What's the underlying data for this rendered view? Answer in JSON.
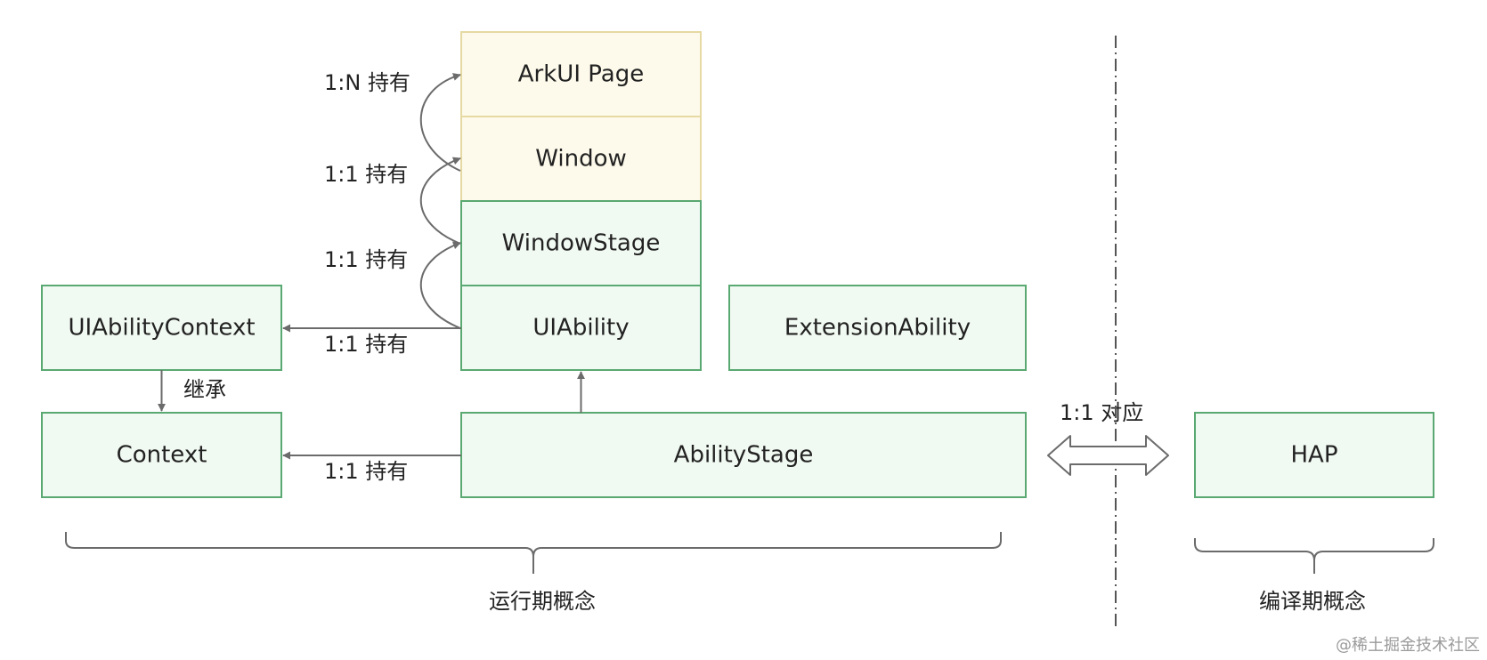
{
  "colors": {
    "yellow_fill": "#fdfaeb",
    "yellow_stroke": "#e6d9a3",
    "green_fill": "#f1faf2",
    "green_stroke": "#5aa872",
    "arrow": "#6b6b6b",
    "brace": "#6b6b6b",
    "divider": "#555555"
  },
  "boxes": {
    "arkui_page": "ArkUI Page",
    "window": "Window",
    "window_stage": "WindowStage",
    "ui_ability": "UIAbility",
    "extension_ability": "ExtensionAbility",
    "ui_ability_context": "UIAbilityContext",
    "context": "Context",
    "ability_stage": "AbilityStage",
    "hap": "HAP"
  },
  "relations": {
    "page_window": "1:N 持有",
    "window_stage": "1:1 持有",
    "stage_ability": "1:1 持有",
    "ability_context": "1:1 持有",
    "inherit": "继承",
    "stage_context": "1:1 持有",
    "correspond": "1:1 对应"
  },
  "categories": {
    "runtime": "运行期概念",
    "compile": "编译期概念"
  },
  "watermark": "@稀土掘金技术社区"
}
